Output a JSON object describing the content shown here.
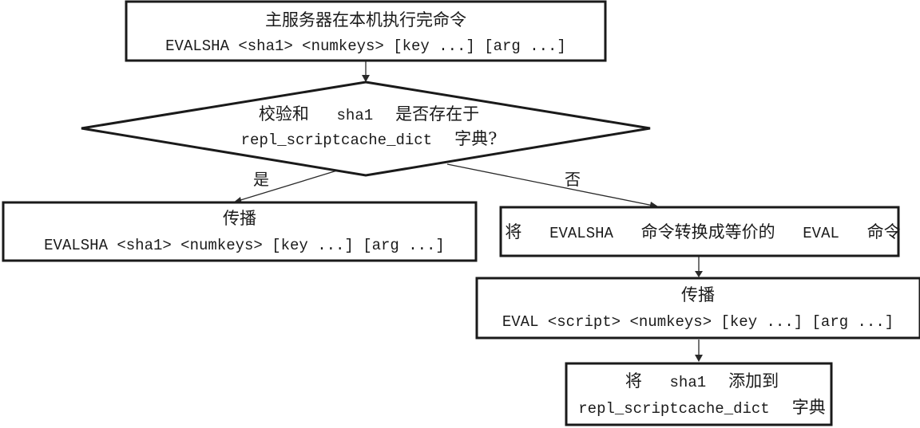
{
  "nodes": {
    "start": {
      "line1": "主服务器在本机执行完命令",
      "line2": "EVALSHA <sha1> <numkeys> [key ...] [arg ...]"
    },
    "decision": {
      "line1_a": "校验和 ",
      "line1_b": "sha1",
      "line1_c": "是否存在于",
      "line2_a": "repl_scriptcache_dict",
      "line2_b": "字典?"
    },
    "propagate_sha": {
      "line1": "传播",
      "line2": "EVALSHA <sha1> <numkeys> [key ...] [arg ...]"
    },
    "convert": {
      "part1": "将 ",
      "part2": "EVALSHA",
      "part3": " 命令转换成等价的 ",
      "part4": "EVAL",
      "part5": " 命令"
    },
    "propagate_eval": {
      "line1": "传播",
      "line2": "EVAL <script> <numkeys> [key ...] [arg ...]"
    },
    "add_sha": {
      "line1_a": "将 ",
      "line1_b": "sha1",
      "line1_c": "添加到",
      "line2_a": "repl_scriptcache_dict",
      "line2_b": "字典"
    }
  },
  "edge_labels": {
    "yes": "是",
    "no": "否"
  }
}
